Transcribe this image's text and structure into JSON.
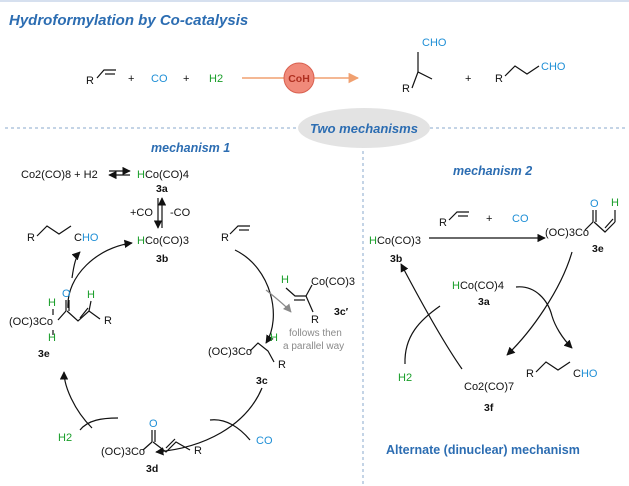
{
  "title": "Hydroformylation by Co-catalysis",
  "banner": "Two mechanisms",
  "colors": {
    "accent": "#2c6db2",
    "co_blue": "#1f8fd6",
    "h_green": "#1a9e2a",
    "coh_fill": "#f08a7a",
    "arrow_orange": "#f0a070"
  },
  "overall": {
    "alkene_R": "R",
    "plus1": "+",
    "co": "CO",
    "plus2": "+",
    "h2": "H2",
    "catalyst": "CoH",
    "branched": {
      "cho": "CHO",
      "r": "R"
    },
    "plus3": "+",
    "linear": {
      "r": "R",
      "cho": "CHO"
    }
  },
  "mech1": {
    "title": "mechanism 1",
    "equil_left": "Co2(CO)8 + H2",
    "a": {
      "h": "H",
      "rest": "Co(CO)4",
      "label": "3a"
    },
    "co_on": "+CO",
    "co_off": "-CO",
    "b": {
      "h": "H",
      "rest": "Co(CO)3",
      "label": "3b"
    },
    "alkene_R": "R",
    "product": {
      "r": "R",
      "c": "C",
      "ho": "HO"
    },
    "c_prime": {
      "h": "H",
      "co": "Co(CO)3",
      "r": "R",
      "label": "3c′"
    },
    "follows1": "follows then",
    "follows2": "a parallel way",
    "c": {
      "oc": "(OC)3Co",
      "h": "H",
      "r": "R",
      "label": "3c"
    },
    "co_in": "CO",
    "d": {
      "oc": "(OC)3Co",
      "o": "O",
      "r": "R",
      "label": "3d"
    },
    "h2": "H2",
    "e": {
      "oc": "(OC)3Co",
      "h_top": "H",
      "h_bot": "H",
      "o": "O",
      "h_alk": "H",
      "r": "R",
      "label": "3e"
    }
  },
  "mech2": {
    "title": "mechanism 2",
    "b": {
      "h": "H",
      "rest": "Co(CO)3",
      "label": "3b"
    },
    "alkene_R": "R",
    "plus": "+",
    "co": "CO",
    "e": {
      "oc": "(OC)3Co",
      "o": "O",
      "h": "H",
      "label": "3e"
    },
    "a": {
      "h": "H",
      "rest": "Co(CO)4",
      "label": "3a"
    },
    "h2": "H2",
    "f": {
      "formula": "Co2(CO)7",
      "label": "3f"
    },
    "product": {
      "r": "R",
      "c": "C",
      "ho": "HO"
    },
    "caption": "Alternate (dinuclear) mechanism"
  }
}
